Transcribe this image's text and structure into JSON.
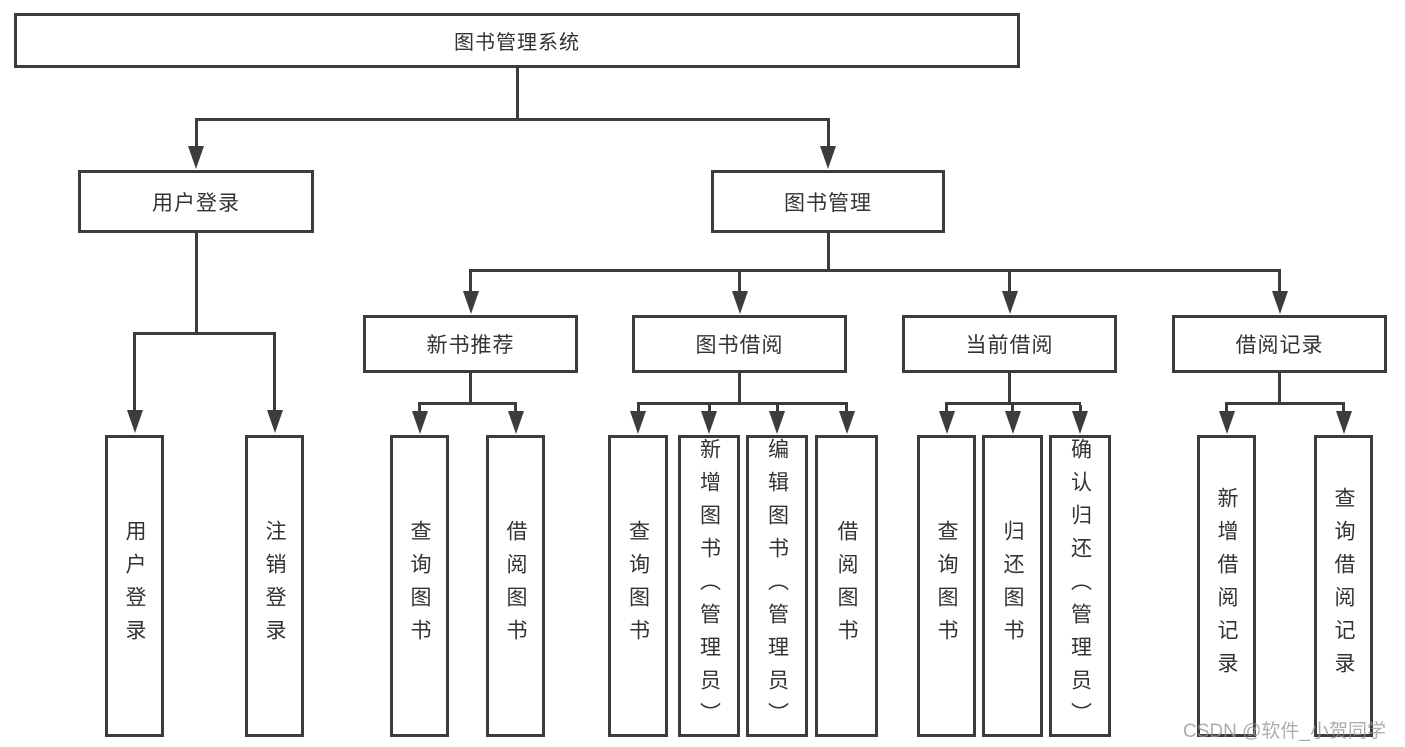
{
  "tree": {
    "root": {
      "label": "图书管理系统"
    },
    "branches": [
      {
        "label": "用户登录",
        "children": [
          {
            "label": "用户登录"
          },
          {
            "label": "注销登录"
          }
        ]
      },
      {
        "label": "图书管理",
        "children": [
          {
            "label": "新书推荐",
            "children": [
              {
                "label": "查询图书"
              },
              {
                "label": "借阅图书"
              }
            ]
          },
          {
            "label": "图书借阅",
            "children": [
              {
                "label": "查询图书"
              },
              {
                "label": "新增图书（管理员）"
              },
              {
                "label": "编辑图书（管理员）"
              },
              {
                "label": "借阅图书"
              }
            ]
          },
          {
            "label": "当前借阅",
            "children": [
              {
                "label": "查询图书"
              },
              {
                "label": "归还图书"
              },
              {
                "label": "确认归还（管理员）"
              }
            ]
          },
          {
            "label": "借阅记录",
            "children": [
              {
                "label": "新增借阅记录"
              },
              {
                "label": "查询借阅记录"
              }
            ]
          }
        ]
      }
    ]
  },
  "watermark": {
    "text": "CSDN @软件_小贺同学"
  },
  "colors": {
    "line": "#3c3c3c",
    "text": "#333333",
    "background": "#ffffff",
    "watermark": "#969696"
  }
}
